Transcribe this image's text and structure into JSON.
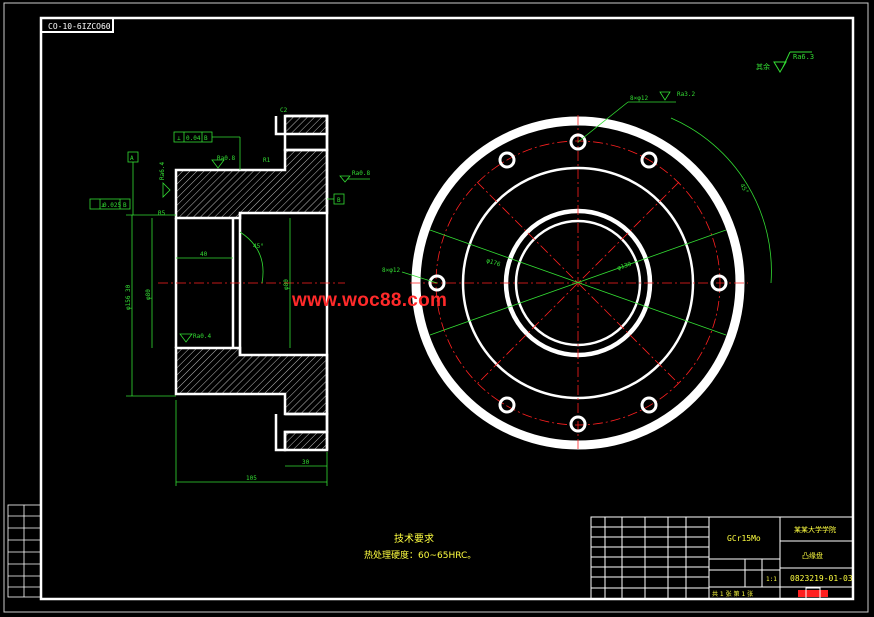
{
  "drawing": {
    "code_box": "CO-10-6IZCO60",
    "roughness_general": "其余",
    "roughness_general_value": "Ra6.3",
    "datum_a": "A",
    "datum_b": "B",
    "tol_top_sym": "⊥",
    "tol_top_val": "0.04",
    "tol_top_ref": "B",
    "tol_left_sym": "⊥",
    "tol_left_val": "0.025",
    "tol_left_ref": "B",
    "ra_top": "Ra0.8",
    "ra_mid_a": "Ra6.4",
    "ra_inner": "Ra0.4",
    "ra_right": "Ra0.8",
    "dim_c2": "C2",
    "dim_r1": "R1",
    "dim_r5": "R5",
    "dim_40": "40",
    "dim_45": "45°",
    "dim_phi80": "φ80",
    "dim_phi_outer": "φ156 30",
    "dim_phi_mid": "φ80",
    "dim_total": "105",
    "dim_30": "30",
    "hole_label": "8×φ12",
    "hole_ra": "Ra3.2",
    "pcd_label": "φ130",
    "r_label": "φ176",
    "angle_label": "45°",
    "tech_title": "技术要求",
    "tech_req": "热处理硬度：60~65HRC。",
    "material": "GCr15Mo",
    "part_name": "凸缘盘",
    "school": "某某大学学院",
    "drawing_no": "0823219-01-03",
    "scale": "1:1",
    "sheet": "共 1 张 第 1 张"
  },
  "watermark": "www.woc88.com",
  "colors": {
    "line": "#ffffff",
    "center": "#ff2020",
    "dim": "#33dd33",
    "yellow": "#ffff40",
    "bg": "#000000"
  }
}
